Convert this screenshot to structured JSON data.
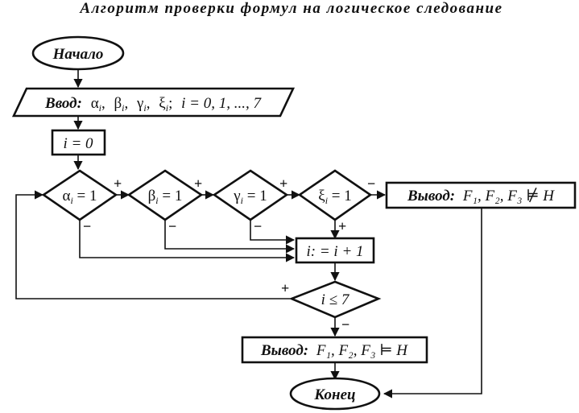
{
  "title": "Алгоритм проверки формул на логическое следование",
  "start": "Начало",
  "end": "Конец",
  "input": {
    "prefix": "Ввод:",
    "vars": [
      "α",
      "β",
      "γ",
      "ξ"
    ],
    "sub": "i",
    "rest": "i = 0, 1, ..., 7"
  },
  "init": "i = 0",
  "checks": [
    {
      "sym": "α",
      "sub": "i",
      "eq": " = 1"
    },
    {
      "sym": "β",
      "sub": "i",
      "eq": " = 1"
    },
    {
      "sym": "γ",
      "sub": "i",
      "eq": " = 1"
    },
    {
      "sym": "ξ",
      "sub": "i",
      "eq": " = 1"
    }
  ],
  "increment": "i: = i + 1",
  "loop_check": "i ≤ 7",
  "output_fail": {
    "prefix": "Вывод:",
    "formula": "F₁, F₂, F₃ ⊭ H"
  },
  "output_ok": {
    "prefix": "Вывод:",
    "formula": "F₁, F₂, F₃ ⊨ H"
  },
  "signs": {
    "plus": "+",
    "minus": "−"
  }
}
